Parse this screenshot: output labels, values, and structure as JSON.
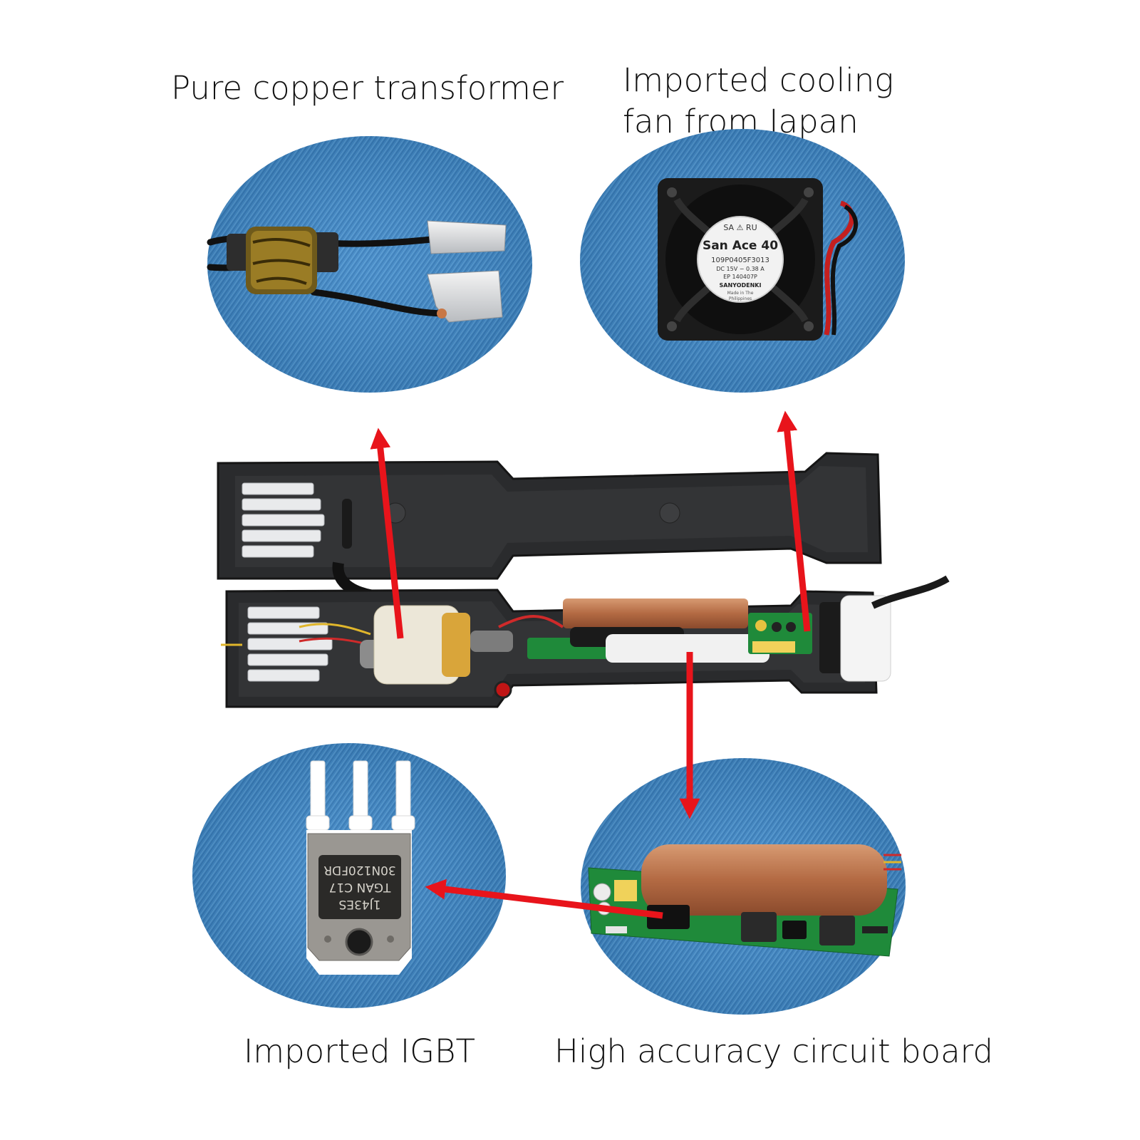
{
  "captions": {
    "transformer": "Pure copper transformer",
    "fan_line1": "Imported cooling",
    "fan_line2": "fan from Japan",
    "igbt": "Imported IGBT",
    "board": "High accuracy circuit board"
  },
  "fan_label": {
    "brand": "San Ace 40",
    "model": "109P0405F3013",
    "rating": "DC 15V  − 0.38 A",
    "ep": "EP 140407P",
    "maker": "SANYODENKI",
    "origin_line1": "Made in The",
    "origin_line2": "Philippines"
  },
  "igbt_label": {
    "line1": "1J43ES",
    "line2": "TGAN C17",
    "line3": "30N120FDR"
  },
  "colors": {
    "background": "#ffffff",
    "denim_blue": "#3d86c6",
    "arrow_red": "#e8141b",
    "housing": "#2a2b2d",
    "copper": "#b8714a",
    "pcb_green": "#1f8a3a"
  }
}
